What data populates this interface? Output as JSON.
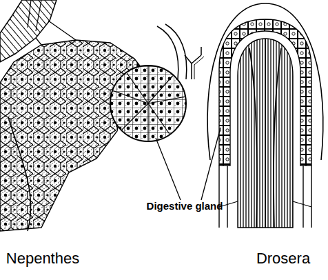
{
  "diagram": {
    "labels": [
      "Digestive gland",
      "Nepenthes",
      "Drosera"
    ]
  }
}
